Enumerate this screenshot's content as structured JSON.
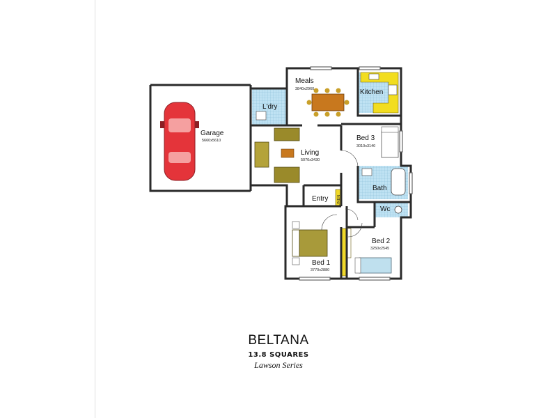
{
  "plan": {
    "name": "BELTANA",
    "size": "13.8 SQUARES",
    "series": "Lawson Series",
    "rooms": {
      "garage": {
        "label": "Garage",
        "dim": "5660x5610"
      },
      "meals": {
        "label": "Meals",
        "dim": "3840x2960"
      },
      "kitchen": {
        "label": "Kitchen"
      },
      "laundry": {
        "label": "L'dry"
      },
      "living": {
        "label": "Living",
        "dim": "5070x3430"
      },
      "bed3": {
        "label": "Bed 3",
        "dim": "3010x3140"
      },
      "bath": {
        "label": "Bath"
      },
      "entry": {
        "label": "Entry"
      },
      "wc": {
        "label": "Wc"
      },
      "bed1": {
        "label": "Bed 1",
        "dim": "3770x2880"
      },
      "bed2": {
        "label": "Bed 2",
        "dim": "3250x2545"
      },
      "linen": {
        "label": "LINEN"
      }
    },
    "colors": {
      "wall": "#2a2a2a",
      "kitchen_bench": "#f2dd1f",
      "wet_area_tile": "#a9d6ec",
      "sofa": "#9a8a2a",
      "table": "#c8781e",
      "car": "#e4343a",
      "bed": "#a89a3a",
      "built_in": "#f0d82a"
    }
  }
}
